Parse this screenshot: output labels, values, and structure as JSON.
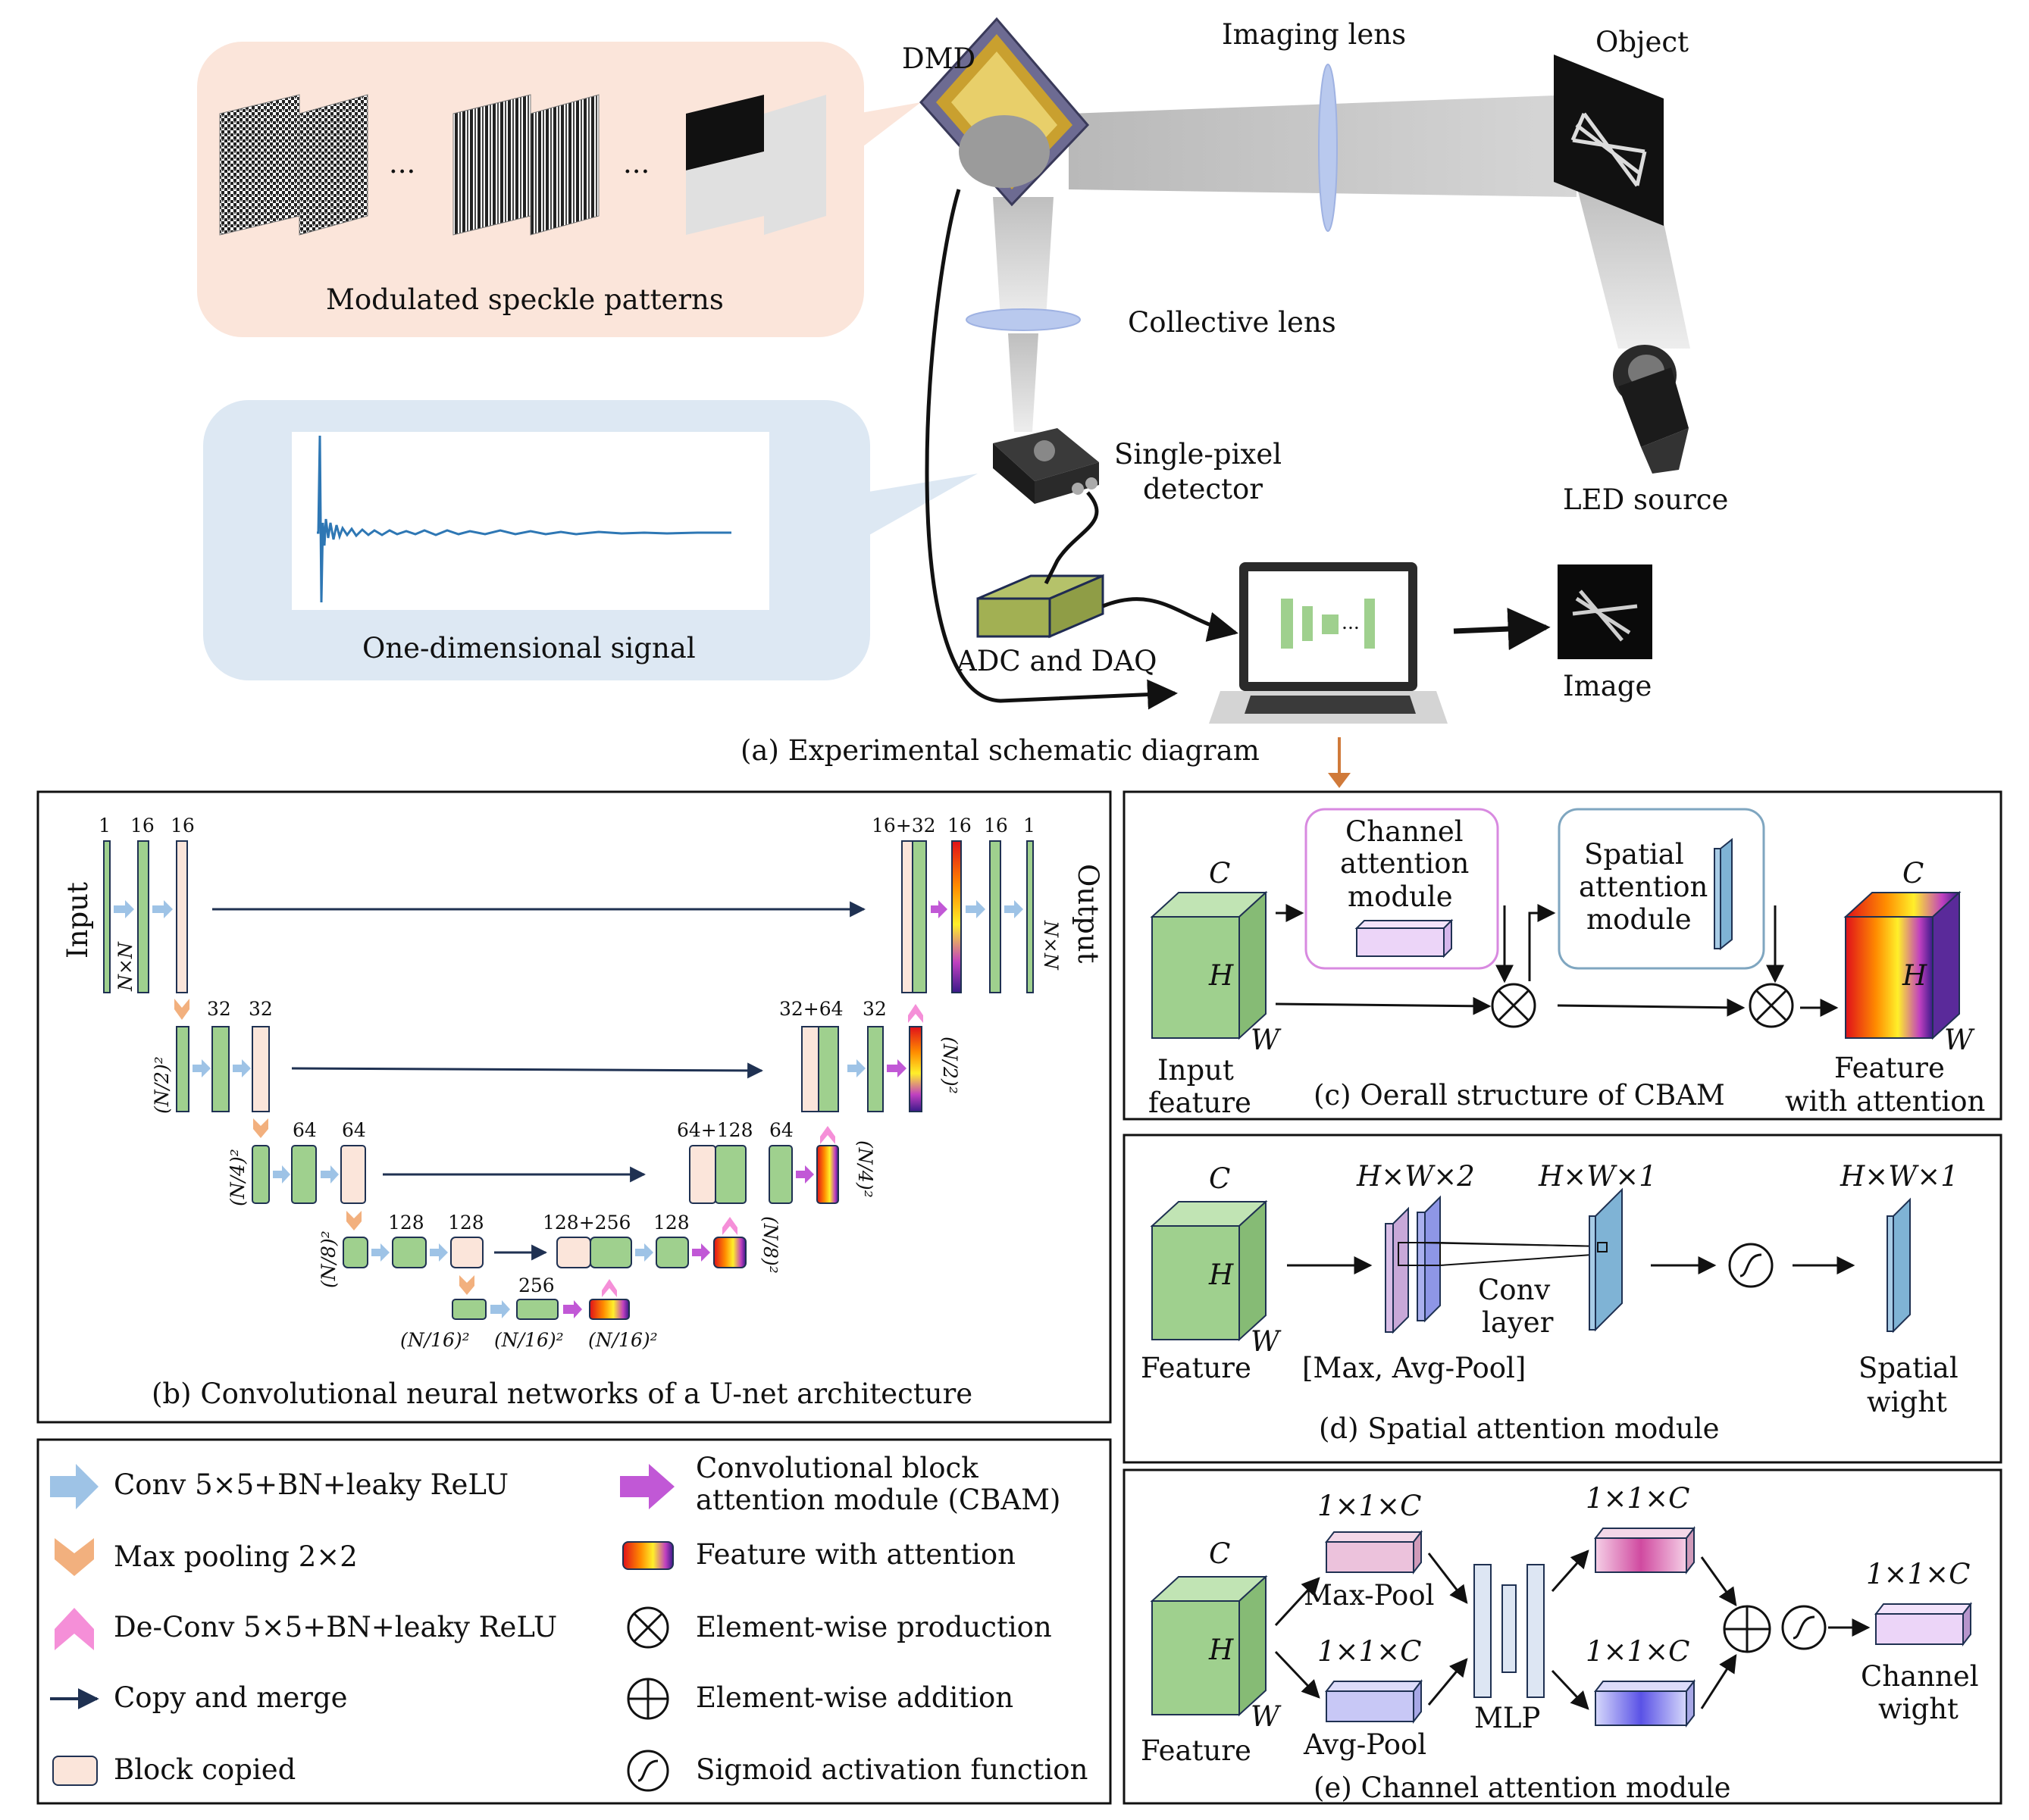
{
  "panel_a": {
    "caption": "(a) Experimental schematic diagram",
    "speckle_label": "Modulated speckle patterns",
    "ellipsis": "...",
    "signal_label": "One-dimensional signal",
    "dmd": "DMD",
    "imaging_lens": "Imaging lens",
    "object": "Object",
    "collective_lens": "Collective lens",
    "detector_line1": "Single-pixel",
    "detector_line2": "detector",
    "led_source": "LED source",
    "adc": "ADC and DAQ",
    "image": "Image",
    "screen_dots": "..."
  },
  "panel_b": {
    "caption": "(b) Convolutional neural networks of a U-net architecture",
    "input": "Input",
    "output": "Output",
    "nxn": "N×N",
    "ch_1": "1",
    "ch_16": "16",
    "ch_16_32": "16+32",
    "ch_32": "32",
    "ch_32_64": "32+64",
    "ch_64": "64",
    "ch_64_128": "64+128",
    "ch_128": "128",
    "ch_128_256": "128+256",
    "ch_256": "256",
    "size_2": "(N/2)²",
    "size_4": "(N/4)²",
    "size_8": "(N/8)²",
    "size_16": "(N/16)²"
  },
  "legend": {
    "conv": "Conv 5×5+BN+leaky ReLU",
    "maxpool": "Max pooling 2×2",
    "deconv": "De-Conv 5×5+BN+leaky ReLU",
    "copy": "Copy and merge",
    "block_copied": "Block copied",
    "cbam_line1": "Convolutional block",
    "cbam_line2": "attention module (CBAM)",
    "feature_attention": "Feature with attention",
    "elem_prod": "Element-wise production",
    "elem_add": "Element-wise addition",
    "sigmoid": "Sigmoid activation function"
  },
  "panel_c": {
    "caption": "(c) Oerall structure of CBAM",
    "C": "C",
    "H": "H",
    "W": "W",
    "input_feature_line1": "Input",
    "input_feature_line2": "feature",
    "channel_line1": "Channel",
    "channel_line2": "attention",
    "channel_line3": "module",
    "spatial_line1": "Spatial",
    "spatial_line2": "attention",
    "spatial_line3": "module",
    "out_line1": "Feature",
    "out_line2": "with attention"
  },
  "panel_d": {
    "caption": "(d) Spatial attention module",
    "hw2": "H×W×2",
    "hw1": "H×W×1",
    "hw1b": "H×W×1",
    "feature": "Feature",
    "pool": "[Max, Avg-Pool]",
    "conv_line1": "Conv",
    "conv_line2": "layer",
    "out_line1": "Spatial",
    "out_line2": "wight"
  },
  "panel_e": {
    "caption": "(e) Channel attention module",
    "c11a": "1×1×C",
    "c11b": "1×1×C",
    "c11c": "1×1×C",
    "c11d": "1×1×C",
    "c11e": "1×1×C",
    "feature": "Feature",
    "maxpool": "Max-Pool",
    "avgpool": "Avg-Pool",
    "mlp": "MLP",
    "out_line1": "Channel",
    "out_line2": "wight"
  }
}
